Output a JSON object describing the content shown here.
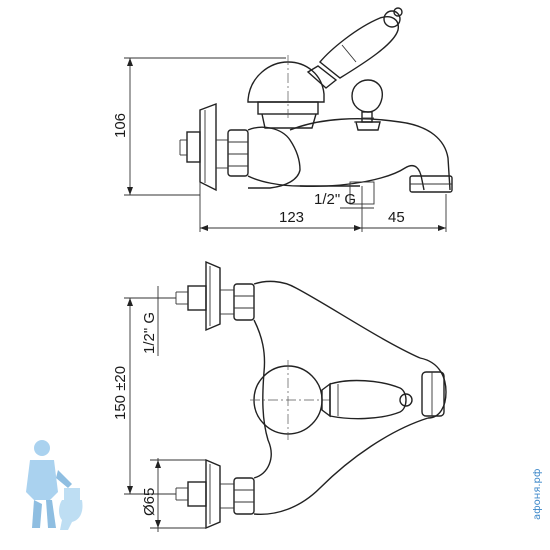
{
  "dimensions": {
    "height": "106",
    "length": "123",
    "spout": "45",
    "thread_top": "1/2\" G",
    "thread_bottom": "1/2\" G",
    "centers": "150 ±20",
    "flange": "Ø65"
  },
  "watermark": {
    "text": "афоня.рф",
    "mascot_icon": "plumber-mascot-icon",
    "color": "#3a86c8"
  }
}
